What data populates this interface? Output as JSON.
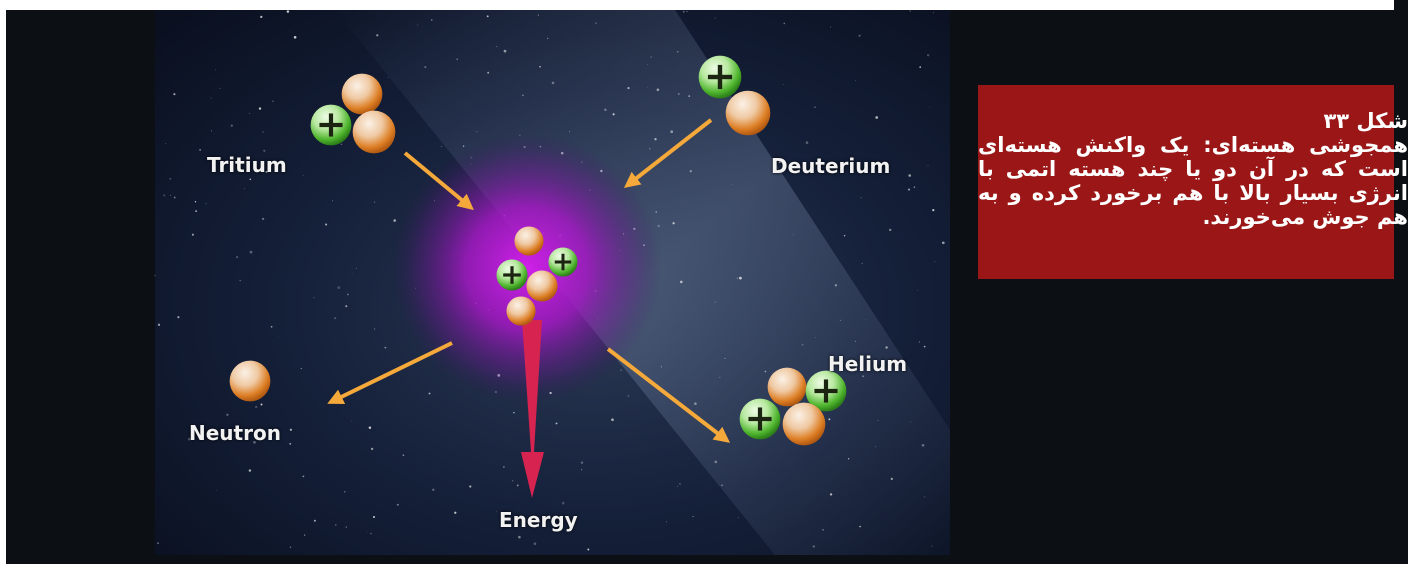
{
  "diagram": {
    "labels": {
      "tritium": "Tritium",
      "deuterium": "Deuterium",
      "neutron": "Neutron",
      "helium": "Helium",
      "energy": "Energy"
    },
    "colors": {
      "proton": "#3fae2a",
      "neutron": "#e08a2c",
      "arrow": "#f5a93a",
      "energy_arrow": "#d6234f",
      "glow": "#c21ce0"
    },
    "icons": {
      "proton": "plus-sign-in-green-sphere",
      "neutron": "orange-sphere"
    }
  },
  "caption": {
    "title": "شکل ۳۳",
    "body": "همجوشی هسته‌ای: یک واکنش هسته‌ای است که در آن دو یا چند هسته اتمی با انرژی بسیار بالا با هم برخورد کرده و به هم جوش می‌خورند."
  }
}
